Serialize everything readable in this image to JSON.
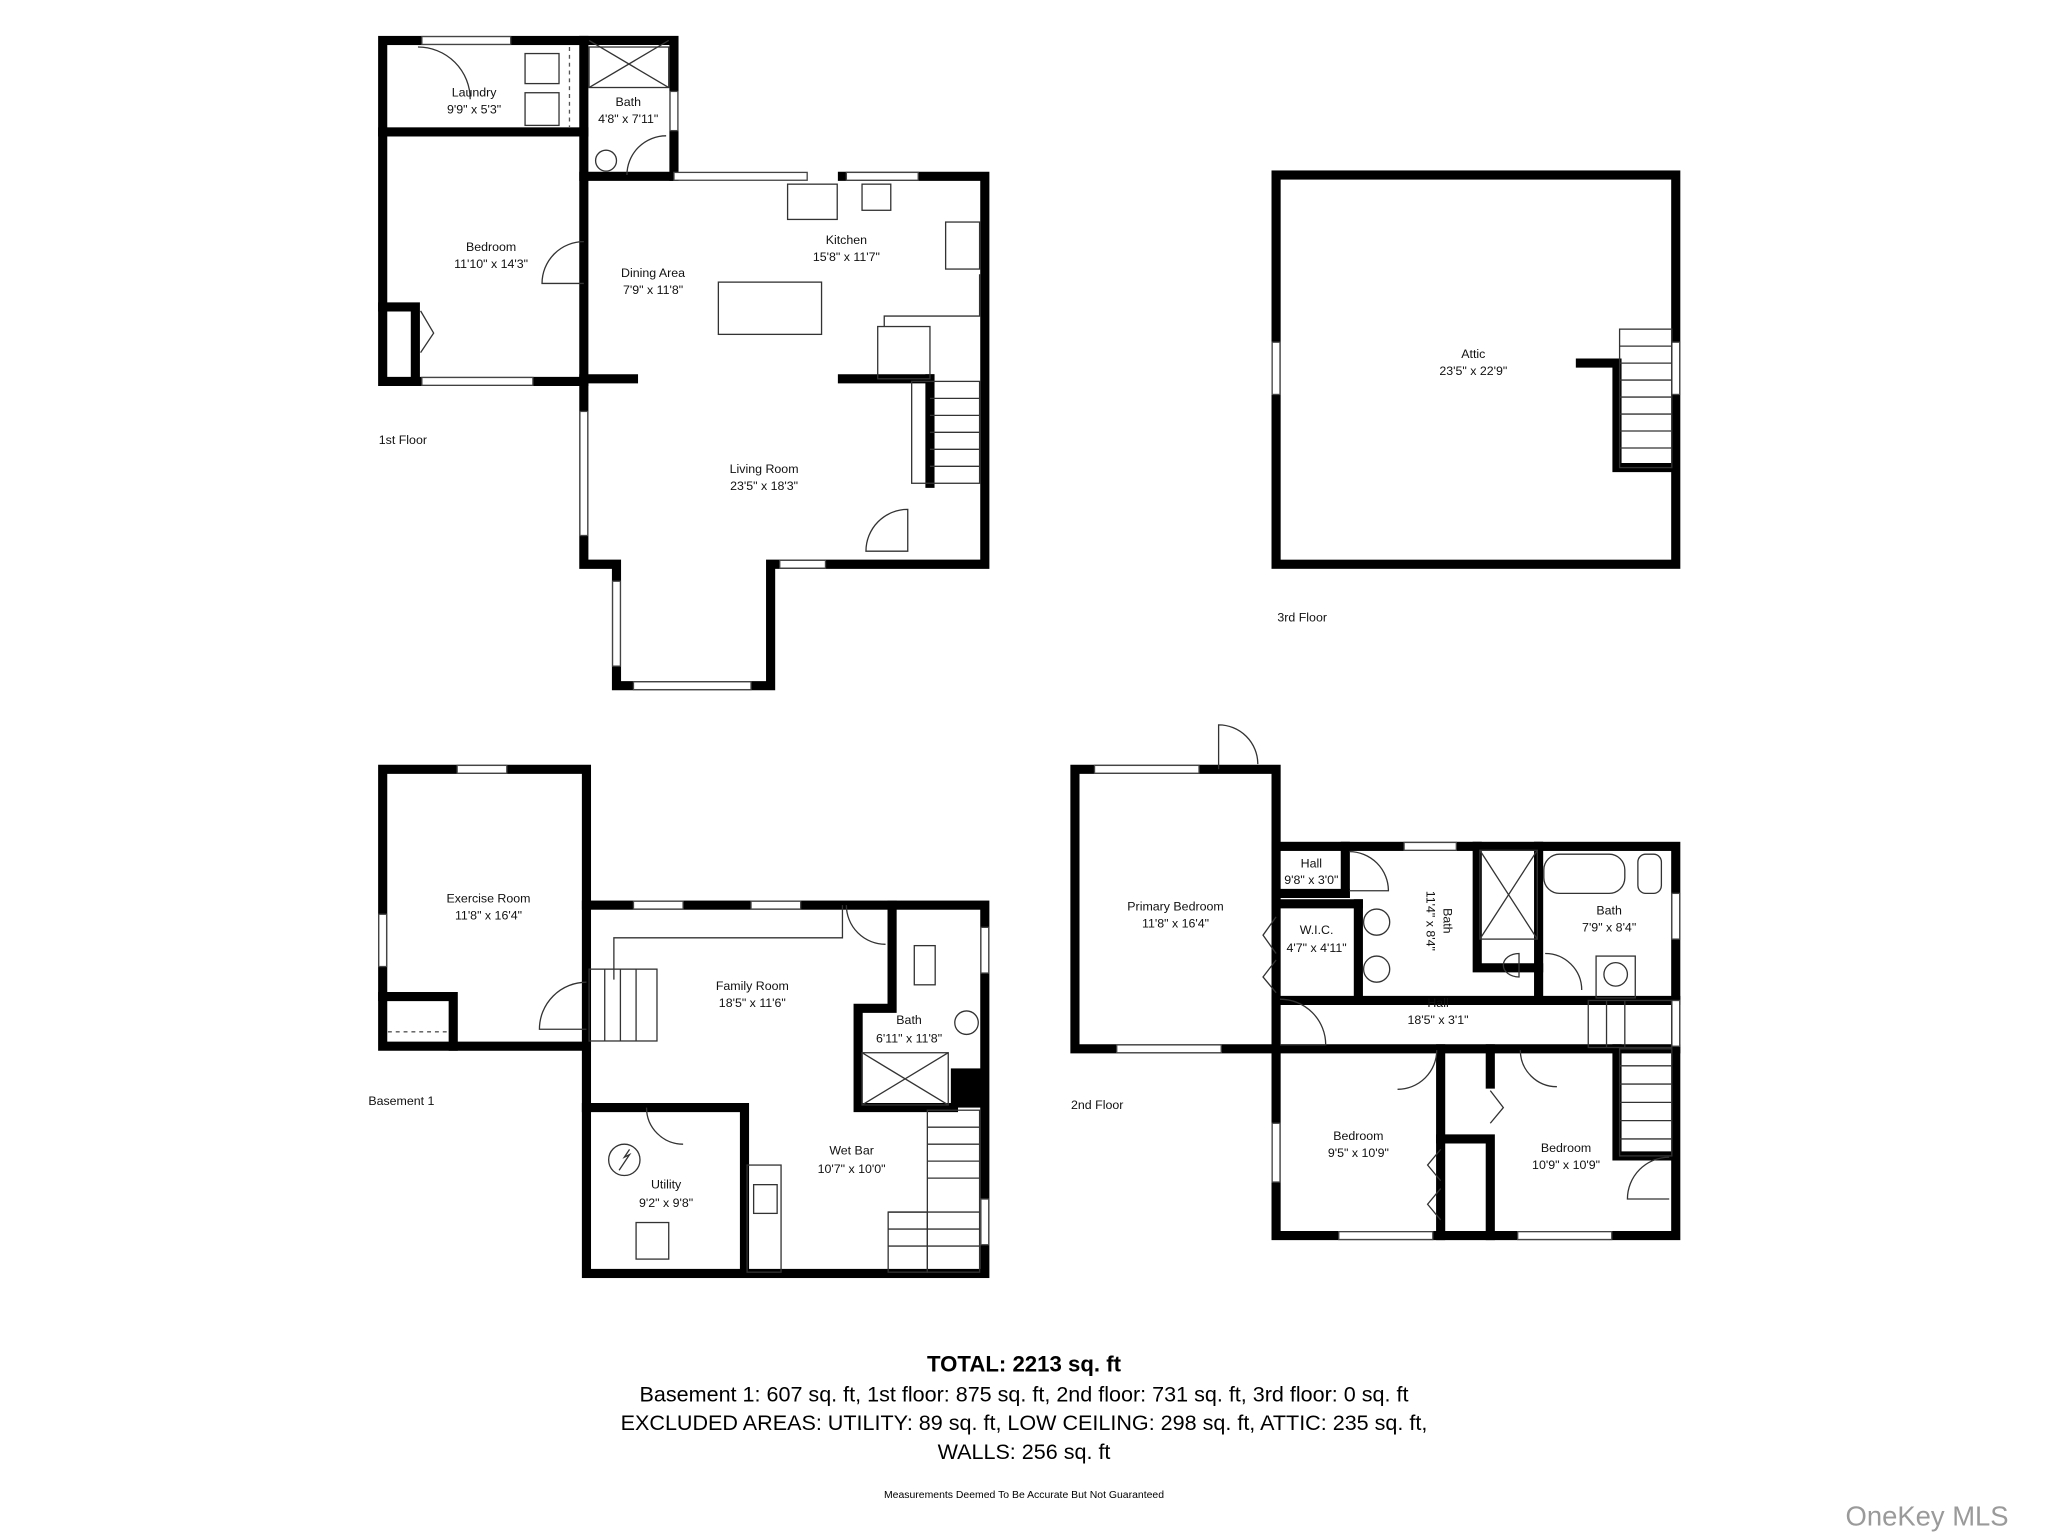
{
  "floors": {
    "first": {
      "label": "1st Floor",
      "rooms": [
        {
          "name": "Laundry",
          "dims": "9'9\" x 5'3\""
        },
        {
          "name": "Bath",
          "dims": "4'8\" x 7'11\""
        },
        {
          "name": "Bedroom",
          "dims": "11'10\" x 14'3\""
        },
        {
          "name": "Dining Area",
          "dims": "7'9\" x 11'8\""
        },
        {
          "name": "Kitchen",
          "dims": "15'8\" x 11'7\""
        },
        {
          "name": "Living Room",
          "dims": "23'5\" x 18'3\""
        }
      ]
    },
    "third": {
      "label": "3rd Floor",
      "rooms": [
        {
          "name": "Attic",
          "dims": "23'5\" x 22'9\""
        }
      ]
    },
    "basement": {
      "label": "Basement 1",
      "rooms": [
        {
          "name": "Exercise Room",
          "dims": "11'8\" x 16'4\""
        },
        {
          "name": "Family Room",
          "dims": "18'5\" x 11'6\""
        },
        {
          "name": "Bath",
          "dims": "6'11\" x 11'8\""
        },
        {
          "name": "Utility",
          "dims": "9'2\" x 9'8\""
        },
        {
          "name": "Wet Bar",
          "dims": "10'7\" x 10'0\""
        }
      ]
    },
    "second": {
      "label": "2nd Floor",
      "rooms": [
        {
          "name": "Primary Bedroom",
          "dims": "11'8\" x 16'4\""
        },
        {
          "name": "Hall",
          "dims": "9'8\" x 3'0\""
        },
        {
          "name": "W.I.C.",
          "dims": "4'7\" x 4'11\""
        },
        {
          "name": "Bath",
          "dims": "11'4\" x 8'4\""
        },
        {
          "name": "Bath",
          "dims": "7'9\" x 8'4\""
        },
        {
          "name": "Hall",
          "dims": "18'5\" x 3'1\""
        },
        {
          "name": "Bedroom",
          "dims": "9'5\" x 10'9\""
        },
        {
          "name": "Bedroom",
          "dims": "10'9\" x 10'9\""
        }
      ]
    }
  },
  "summary": {
    "total": "TOTAL: 2213 sq. ft",
    "floors_line": "Basement 1: 607 sq. ft, 1st floor: 875 sq. ft, 2nd floor: 731 sq. ft, 3rd floor: 0 sq. ft",
    "excluded_line": "EXCLUDED AREAS: UTILITY: 89 sq. ft, LOW CEILING: 298 sq. ft, ATTIC: 235 sq. ft,",
    "walls_line": "WALLS: 256 sq. ft",
    "disclaimer": "Measurements Deemed To Be Accurate But Not Guaranteed"
  },
  "watermark": "OneKey MLS",
  "colors": {
    "walls": "#000000",
    "watermark": "#9a9a9a"
  }
}
